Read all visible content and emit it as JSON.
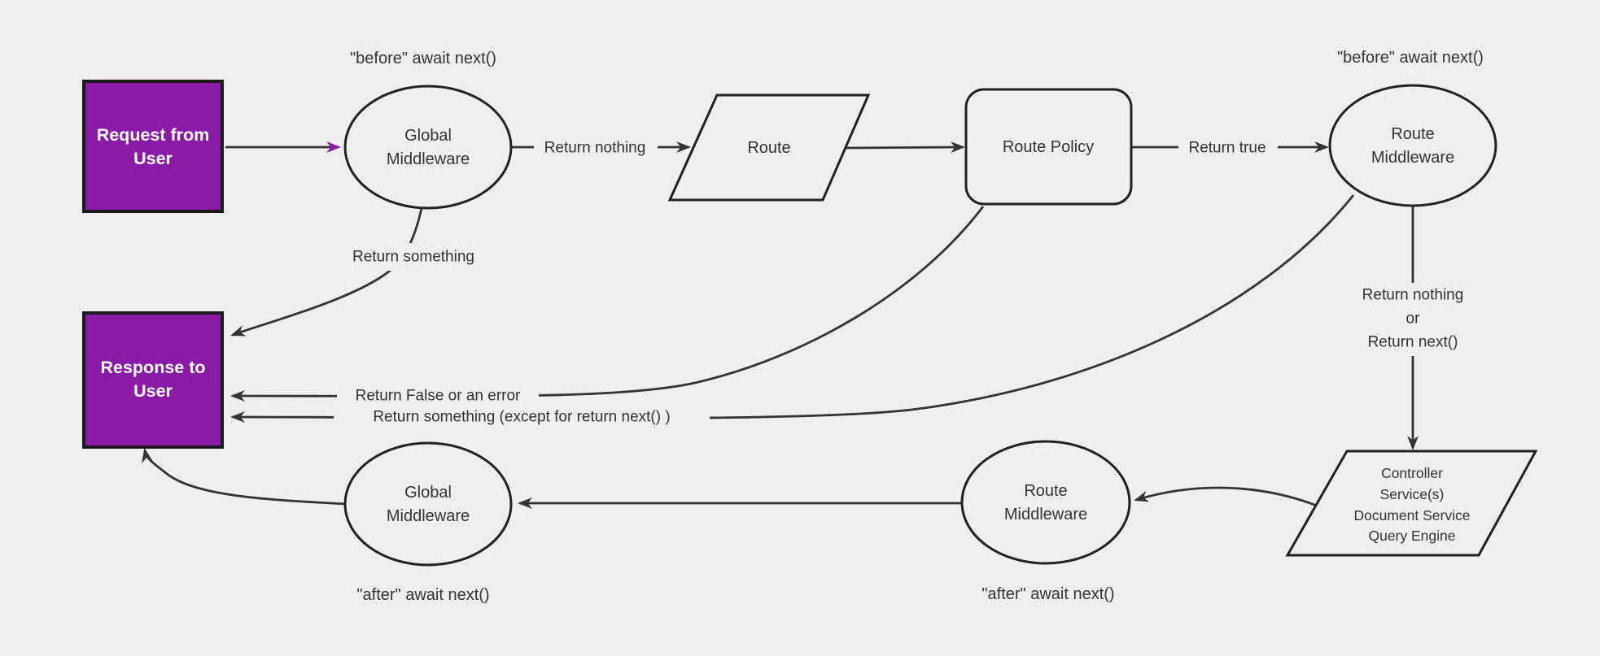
{
  "diagram": {
    "background": "#efefef",
    "purple": "#8a1ba6",
    "line_color": "#333333"
  },
  "nodes": {
    "request_box": {
      "line1": "Request from",
      "line2": "User"
    },
    "global_middleware_top": {
      "line1": "Global",
      "line2": "Middleware"
    },
    "route": {
      "label": "Route"
    },
    "route_policy": {
      "label": "Route Policy"
    },
    "route_middleware_top": {
      "line1": "Route",
      "line2": "Middleware"
    },
    "controller": {
      "line1": "Controller",
      "line2": "Service(s)",
      "line3": "Document Service",
      "line4": "Query Engine"
    },
    "route_middleware_bottom": {
      "line1": "Route",
      "line2": "Middleware"
    },
    "global_middleware_bottom": {
      "line1": "Global",
      "line2": "Middleware"
    },
    "response_box": {
      "line1": "Response to",
      "line2": "User"
    }
  },
  "annotations": {
    "before_await_top_left": "\"before\" await next()",
    "before_await_top_right": "\"before\" await next()",
    "after_await_bottom_left": "\"after\" await next()",
    "after_await_bottom_right": "\"after\" await next()"
  },
  "edge_labels": {
    "return_nothing": "Return nothing",
    "return_true": "Return true",
    "return_something": "Return something",
    "return_false_or_error": "Return False or an error",
    "return_something_except": "Return something (except for return next() )",
    "return_nothing_or_line1": "Return nothing",
    "return_nothing_or_line2": "or",
    "return_nothing_or_line3": "Return next()"
  }
}
